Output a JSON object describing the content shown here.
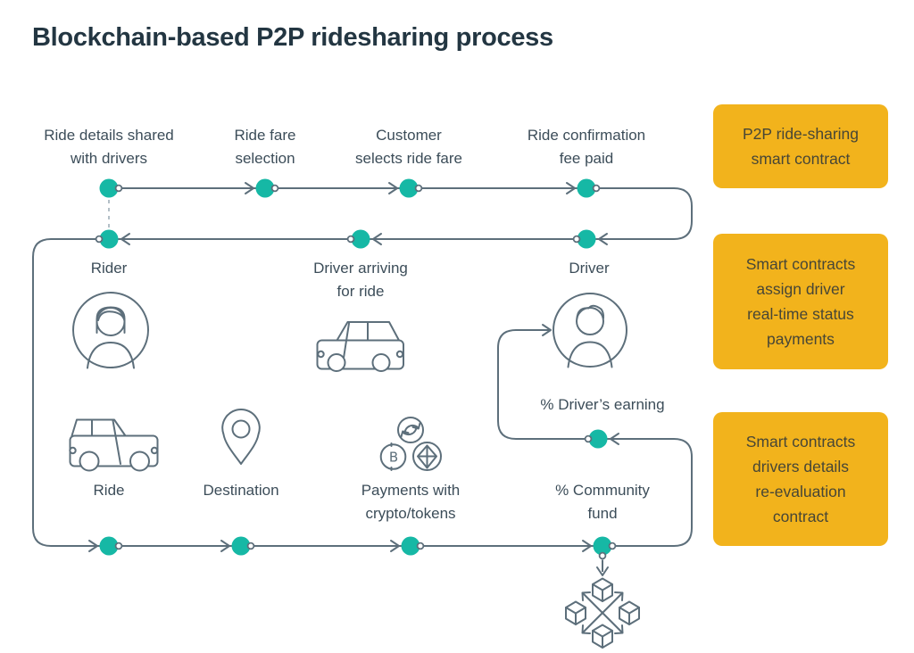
{
  "title": "Blockchain-based P2P ridesharing process",
  "colors": {
    "accent_teal": "#16b8a5",
    "line": "#5d6f7b",
    "note_background": "#f2b31c",
    "note_text": "#474636",
    "title_text": "#233642",
    "label_text": "#3c4d59"
  },
  "flow": {
    "top_row": [
      {
        "label": "Ride details shared\nwith drivers"
      },
      {
        "label": "Ride fare\nselection"
      },
      {
        "label": "Customer\nselects ride fare"
      },
      {
        "label": "Ride confirmation\nfee paid"
      }
    ],
    "middle_row": [
      {
        "label": "Rider"
      },
      {
        "label": "Driver arriving\nfor ride"
      },
      {
        "label": "Driver"
      }
    ],
    "driver_earning_label": "% Driver’s earning",
    "bottom_row": [
      {
        "label": "Ride"
      },
      {
        "label": "Destination"
      },
      {
        "label": "Payments with\ncrypto/tokens"
      },
      {
        "label": "% Community\nfund"
      }
    ],
    "icons": [
      "rider-avatar-icon",
      "arriving-car-icon",
      "driver-avatar-icon",
      "ride-car-icon",
      "destination-pin-icon",
      "crypto-coins-icon",
      "blockchain-cubes-icon"
    ]
  },
  "notes": [
    {
      "label": "P2P ride-sharing\nsmart contract"
    },
    {
      "label": "Smart contracts\nassign driver\nreal-time status\npayments"
    },
    {
      "label": "Smart contracts\ndrivers details\nre-evaluation\ncontract"
    }
  ]
}
